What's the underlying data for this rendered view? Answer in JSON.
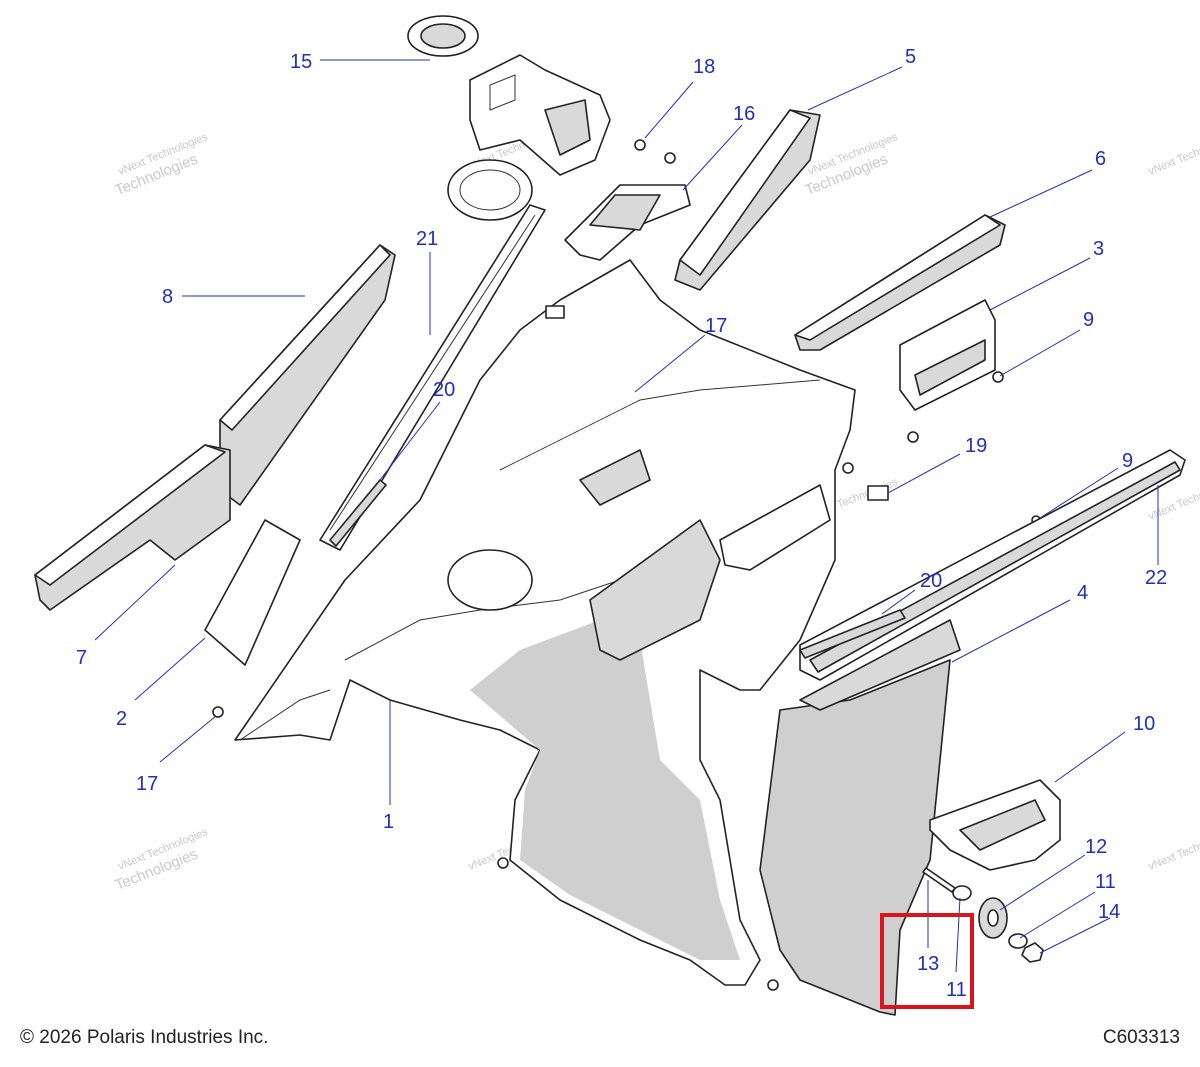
{
  "footer": {
    "copyright": "© 2026 Polaris Industries Inc.",
    "figure_id": "C603313"
  },
  "watermark": {
    "line1": "vNext Technologies",
    "line2": "Technologies"
  },
  "highlight_color": "#d9141c",
  "callout_color": "#1f2fbf",
  "callouts": [
    "15",
    "18",
    "16",
    "5",
    "6",
    "3",
    "9",
    "21",
    "8",
    "17",
    "20",
    "19",
    "9",
    "22",
    "20",
    "4",
    "7",
    "2",
    "17",
    "1",
    "10",
    "12",
    "11",
    "14",
    "13",
    "11"
  ]
}
